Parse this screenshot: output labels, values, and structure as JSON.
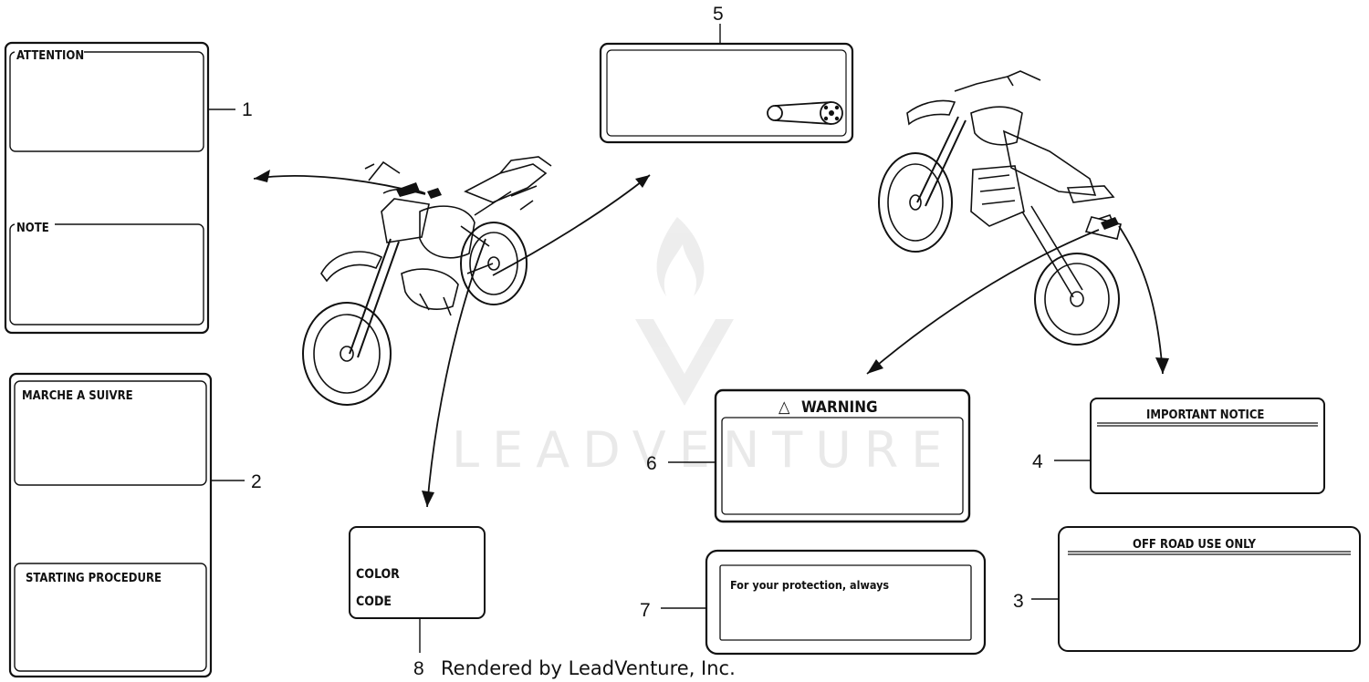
{
  "watermark": {
    "text": "LEADVENTURE"
  },
  "labels": {
    "label1": {
      "number": "1",
      "heading_top": "ATTENTION",
      "heading_bottom": "NOTE"
    },
    "label2": {
      "number": "2",
      "heading_top": "MARCHE A SUIVRE",
      "heading_bottom": "STARTING PROCEDURE"
    },
    "label3": {
      "number": "3",
      "heading": "OFF ROAD USE ONLY"
    },
    "label4": {
      "number": "4",
      "heading": "IMPORTANT NOTICE"
    },
    "label5": {
      "number": "5"
    },
    "label6": {
      "number": "6",
      "heading": "WARNING",
      "warning_symbol": "△"
    },
    "label7": {
      "number": "7",
      "text": "For  your  protection, always"
    },
    "label8": {
      "number": "8",
      "line1": "COLOR",
      "line2": "CODE"
    }
  },
  "footer": {
    "text": "Rendered by LeadVenture, Inc."
  },
  "icons": [
    "warning-triangle-icon",
    "chain-icon",
    "motorcycle-left-view",
    "motorcycle-right-view",
    "leadventure-logo"
  ]
}
